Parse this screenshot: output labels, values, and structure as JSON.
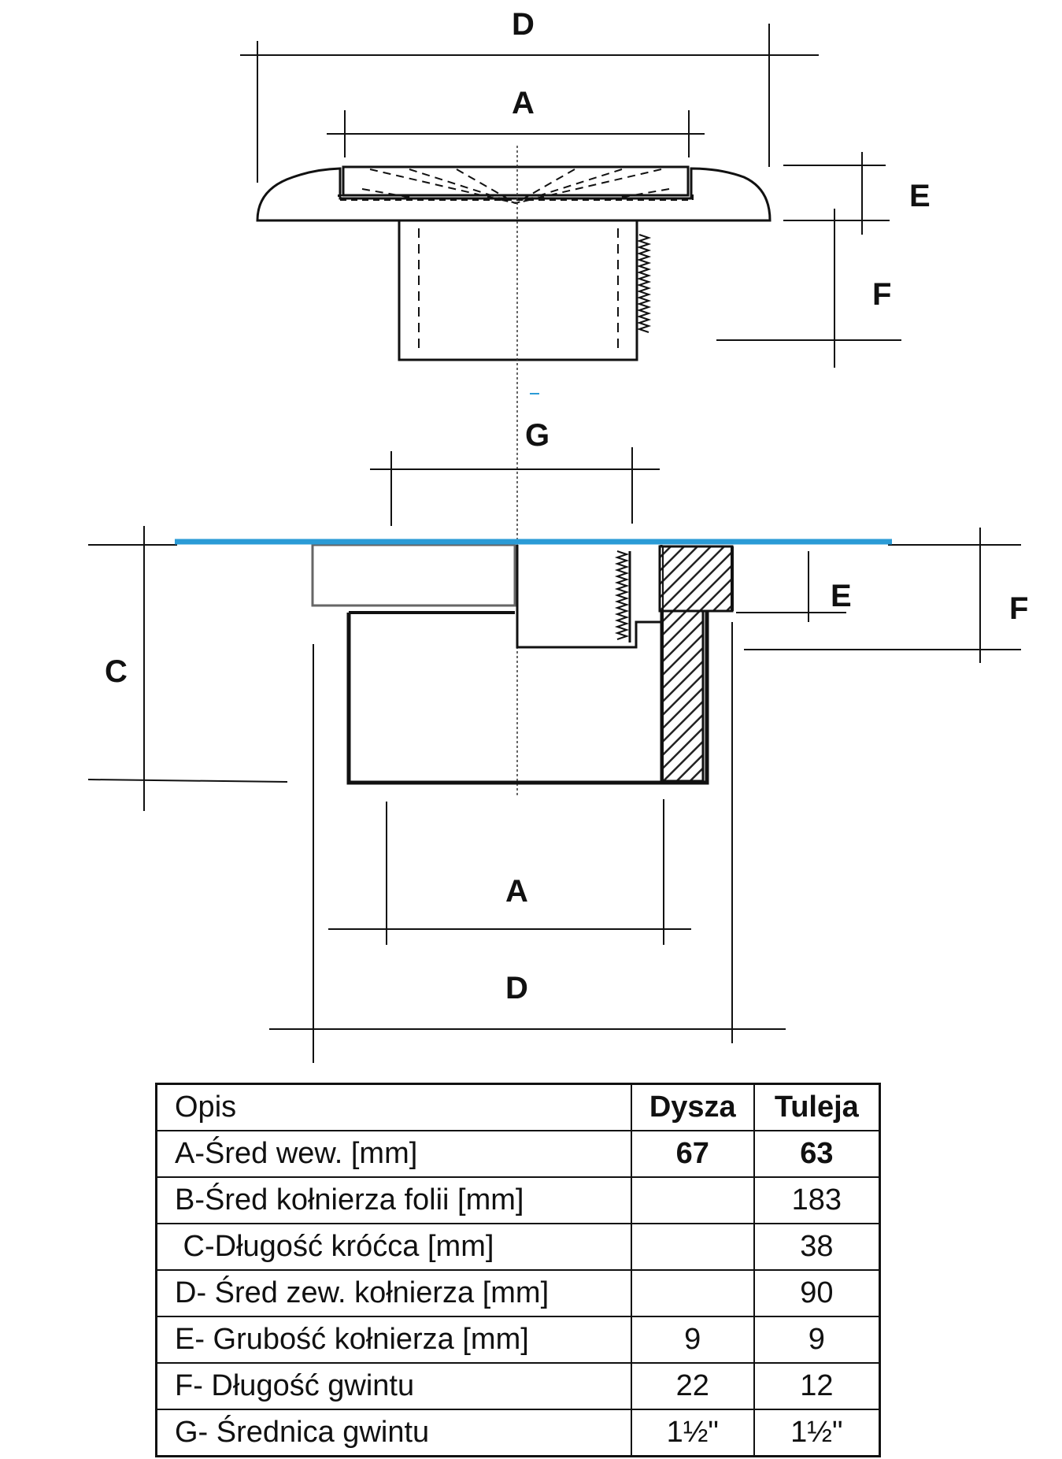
{
  "labels": {
    "top_d": "D",
    "top_a": "A",
    "top_e": "E",
    "top_f": "F",
    "mid_g": "G",
    "bottom_c": "C",
    "bottom_e": "E",
    "bottom_f": "F",
    "bottom_a": "A",
    "bottom_d": "D"
  },
  "colors": {
    "liner": "#2b9bd6",
    "stroke": "#111111"
  },
  "table": {
    "headers": [
      "Opis",
      "Dysza",
      "Tuleja"
    ],
    "rows": [
      {
        "desc": "A-Śred wew.  [mm]",
        "dysza": "67",
        "tuleja": "63"
      },
      {
        "desc": "B-Śred kołnierza folii [mm]",
        "dysza": "",
        "tuleja": "183"
      },
      {
        "desc": " C-Długość króćca [mm]",
        "dysza": "",
        "tuleja": "38"
      },
      {
        "desc": "D- Śred zew. kołnierza [mm]",
        "dysza": "",
        "tuleja": "90"
      },
      {
        "desc": "E- Grubość kołnierza [mm]",
        "dysza": "9",
        "tuleja": "9"
      },
      {
        "desc": "F- Długość gwintu",
        "dysza": "22",
        "tuleja": "12"
      },
      {
        "desc": "G- Średnica gwintu",
        "dysza": "1½\"",
        "tuleja": "1½\""
      }
    ]
  }
}
